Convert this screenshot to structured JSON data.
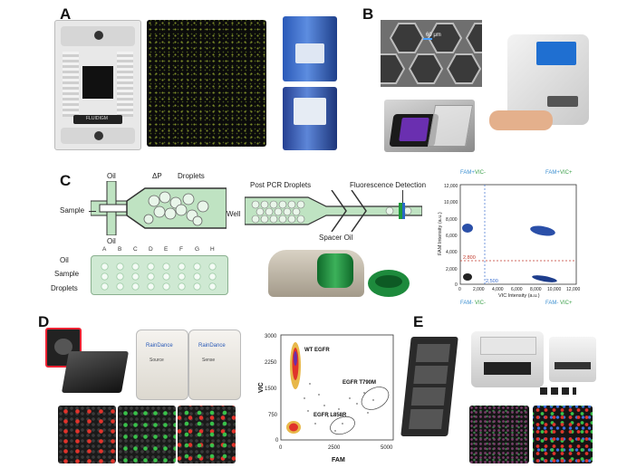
{
  "panels": {
    "a": {
      "label": "A",
      "chip_brand": "FLUIDIGM"
    },
    "b": {
      "label": "B",
      "scale": "60 μm"
    },
    "c": {
      "label": "C",
      "labels": {
        "oil_top": "Oil",
        "delta_p": "ΔP",
        "droplets": "Droplets",
        "sample": "Sample",
        "oil_bottom": "Oil",
        "well": "Well",
        "post_pcr": "Post PCR Droplets",
        "fluorescence": "Fluorescence Detection",
        "spacer_oil": "Spacer Oil",
        "plate_oil": "Oil",
        "plate_sample": "Sample",
        "plate_droplets": "Droplets"
      },
      "plate_columns": [
        "A",
        "B",
        "C",
        "D",
        "E",
        "F",
        "G",
        "H"
      ],
      "scatter": {
        "q_tl_a": "FAM+",
        "q_tl_b": "VIC-",
        "q_tr_a": "FAM+",
        "q_tr_b": "VIC+",
        "q_bl_a": "FAM-",
        "q_bl_b": "VIC-",
        "q_br_a": "FAM-",
        "q_br_b": "VIC+",
        "threshold_y_label": "2,800",
        "threshold_x_label": "2,500",
        "xlabel": "VIC Intensity (a.u.)",
        "ylabel": "FAM Intensity (a.u.)",
        "xticks": [
          "0",
          "2,000",
          "4,000",
          "6,000",
          "8,000",
          "10,000",
          "12,000"
        ],
        "yticks": [
          "12,000",
          "10,000",
          "8,000",
          "6,000",
          "4,000",
          "2,000",
          "0"
        ]
      }
    },
    "d": {
      "label": "D",
      "device_left": "RainDance",
      "device_left_sub": "Source",
      "device_right": "RainDance",
      "device_right_sub": "Sense",
      "scatter": {
        "ylabel": "VIC",
        "xlabel": "FAM",
        "yticks": [
          "3000",
          "2250",
          "1500",
          "750",
          "0"
        ],
        "xticks": [
          "0",
          "2500",
          "5000"
        ],
        "annotations": [
          "WT EGFR",
          "EGFR T790M",
          "EGFR L858R"
        ]
      }
    },
    "e": {
      "label": "E"
    }
  },
  "colors": {
    "blue_cluster": "#2a4fa8",
    "green_chip": "#1f8a3a",
    "threshold": "#c0392b",
    "quadrant_blue": "#3b8fd0",
    "quadrant_green": "#3ca04a"
  }
}
